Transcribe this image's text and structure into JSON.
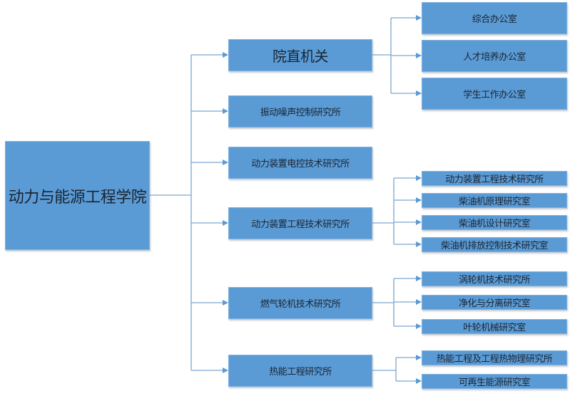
{
  "root": {
    "label": "动力与能源工程学院"
  },
  "departments": [
    {
      "label": "院直机关",
      "children": [
        "综合办公室",
        "人才培养办公室",
        "学生工作办公室"
      ]
    },
    {
      "label": "振动噪声控制研究所",
      "children": []
    },
    {
      "label": "动力装置电控技术研究所",
      "children": []
    },
    {
      "label": "动力装置工程技术研究所",
      "children": [
        "动力装置工程技术研究所",
        "柴油机原理研究室",
        "柴油机设计研究室",
        "柴油机排放控制技术研究室"
      ]
    },
    {
      "label": "燃气轮机技术研究所",
      "children": [
        "涡轮机技术研究所",
        "净化与分离研究室",
        "叶轮机械研究室"
      ]
    },
    {
      "label": "热能工程研究所",
      "children": [
        "热能工程及工程热物理研究所",
        "可再生能源研究室"
      ]
    }
  ],
  "colors": {
    "box_fill": "#5b9bd5",
    "connector": "#7ba7d0",
    "text": "#1a2533"
  }
}
